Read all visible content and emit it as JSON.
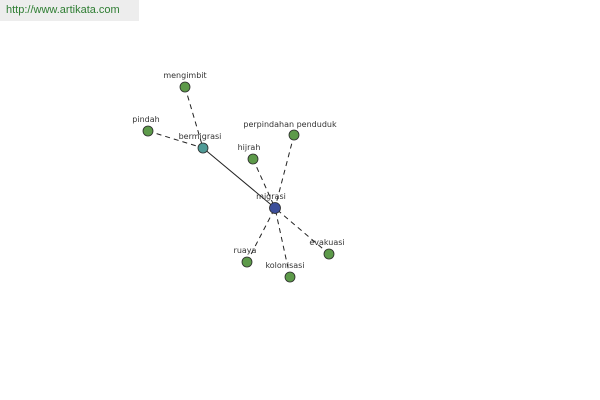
{
  "banner": {
    "url": "http://www.artikata.com"
  },
  "colors": {
    "peripheral_node": "#5d9a4a",
    "mid_node": "#4f9a96",
    "center_node": "#3d4f9a",
    "node_stroke": "#2a2a2a",
    "edge": "#222222",
    "background": "#ffffff"
  },
  "graph": {
    "center": "migrasi",
    "nodes": [
      {
        "id": "mengimbit",
        "label": "mengimbit",
        "role": "peripheral"
      },
      {
        "id": "pindah",
        "label": "pindah",
        "role": "peripheral"
      },
      {
        "id": "bermigrasi",
        "label": "bermigrasi",
        "role": "mid"
      },
      {
        "id": "perpindahan_penduduk",
        "label": "perpindahan penduduk",
        "role": "peripheral"
      },
      {
        "id": "hijrah",
        "label": "hijrah",
        "role": "peripheral"
      },
      {
        "id": "migrasi",
        "label": "migrasi",
        "role": "center"
      },
      {
        "id": "evakuasi",
        "label": "evakuasi",
        "role": "peripheral"
      },
      {
        "id": "ruaya",
        "label": "ruaya",
        "role": "peripheral"
      },
      {
        "id": "kolonisasi",
        "label": "kolonisasi",
        "role": "peripheral"
      }
    ],
    "edges": [
      {
        "from": "mengimbit",
        "to": "bermigrasi",
        "style": "dashed"
      },
      {
        "from": "pindah",
        "to": "bermigrasi",
        "style": "dashed"
      },
      {
        "from": "bermigrasi",
        "to": "migrasi",
        "style": "solid"
      },
      {
        "from": "perpindahan_penduduk",
        "to": "migrasi",
        "style": "dashed"
      },
      {
        "from": "hijrah",
        "to": "migrasi",
        "style": "dashed"
      },
      {
        "from": "evakuasi",
        "to": "migrasi",
        "style": "dashed"
      },
      {
        "from": "ruaya",
        "to": "migrasi",
        "style": "dashed"
      },
      {
        "from": "kolonisasi",
        "to": "migrasi",
        "style": "dashed"
      }
    ]
  }
}
